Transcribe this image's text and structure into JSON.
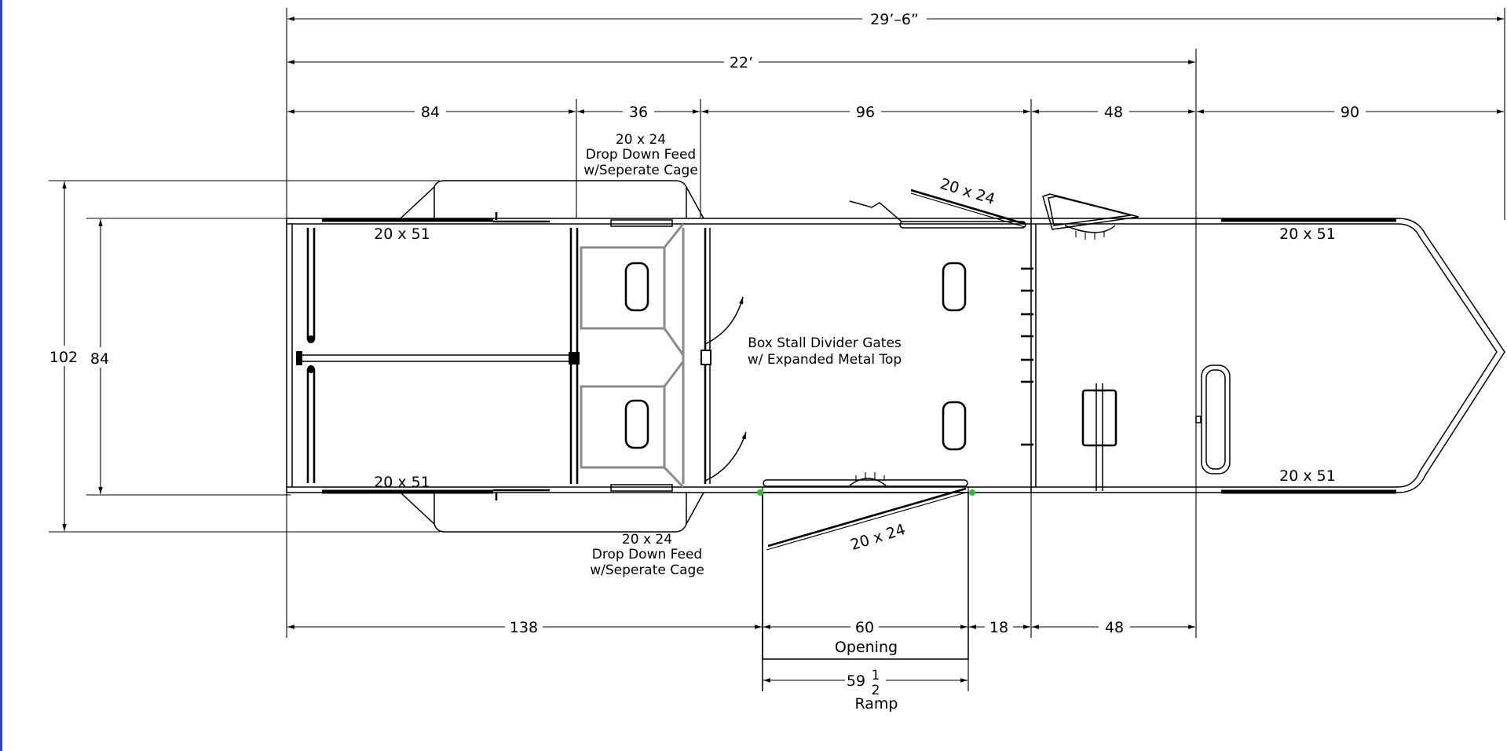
{
  "overall": {
    "total_length": "29’–6”",
    "body_length": "22’"
  },
  "top_dims": [
    "84",
    "36",
    "96",
    "48",
    "90"
  ],
  "side_dims": {
    "outer": "102",
    "inner": "84"
  },
  "bottom_dims": [
    "138",
    "60",
    "18",
    "48"
  ],
  "opening_label": "Opening",
  "ramp": {
    "value": "59",
    "fraction_top": "1",
    "fraction_bottom": "2",
    "label": "Ramp"
  },
  "windows": {
    "left_top": "20 x 51",
    "left_bottom": "20 x 51",
    "right_top": "20 x 51",
    "right_bottom": "20 x 51",
    "door_top": "20 x 24",
    "door_bottom": "20 x 24"
  },
  "feed_top": [
    "20 x 24",
    "Drop Down Feed",
    "w/Seperate Cage"
  ],
  "feed_bottom": [
    "20 x 24",
    "Drop Down Feed",
    "w/Seperate Cage"
  ],
  "stall_note": [
    "Box Stall Divider Gates",
    "w/ Expanded Metal Top"
  ],
  "colors": {
    "frame": "#2a3fd6",
    "hinge": "#2bbf2b",
    "stall_gray": "#8a8a8a"
  }
}
